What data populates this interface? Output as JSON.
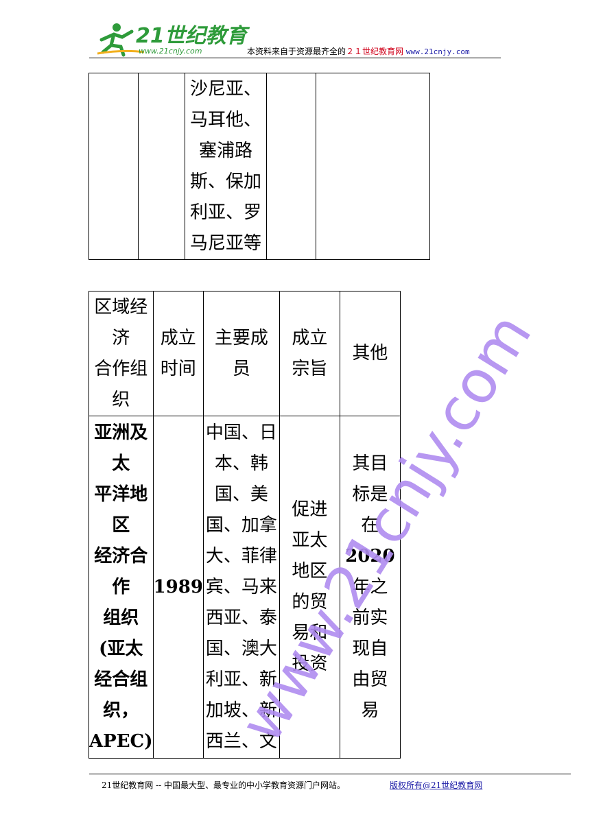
{
  "header": {
    "logo_text": "21世纪教育",
    "logo_url_text": "www.21cnjy.com",
    "note_prefix": "本资料来自于资源最齐全的",
    "note_brand": "２１世纪教育网",
    "note_url": "www.21cnjy.com"
  },
  "table1": {
    "members_lines": [
      "沙尼亚、",
      "马耳他、",
      "塞浦路",
      "斯、保加",
      "利亚、罗",
      "马尼亚等"
    ]
  },
  "table2": {
    "headers": [
      [
        "区域经",
        "济",
        "合作组",
        "织"
      ],
      [
        "成立",
        "时间"
      ],
      [
        "主要成",
        "员"
      ],
      [
        "成立",
        "宗旨"
      ],
      [
        "其他"
      ]
    ],
    "row": {
      "name_lines": [
        "亚洲及",
        "太",
        "平洋地",
        "区",
        "经济合",
        "作",
        "组织",
        "(亚太",
        "经合组",
        "织，",
        "APEC)"
      ],
      "year": "1989",
      "members_lines": [
        "中国、日",
        "本、韩",
        "国、美",
        "国、加拿",
        "大、菲律",
        "宾、马来",
        "西亚、泰",
        "国、澳大",
        "利亚、新",
        "加坡、新",
        "西兰、文"
      ],
      "purpose_lines": [
        "促进",
        "亚太",
        "地区",
        "的贸",
        "易和",
        "投资"
      ],
      "other_lines": [
        "其目",
        "标是",
        "在",
        "2020",
        "年之",
        "前实",
        "现自",
        "由贸",
        "易"
      ]
    }
  },
  "watermark": "www.21cnjy.com",
  "footer": {
    "left": "21世纪教育网 -- 中国最大型、最专业的中小学教育资源门户网站。",
    "right": "版权所有@21世纪教育网"
  }
}
